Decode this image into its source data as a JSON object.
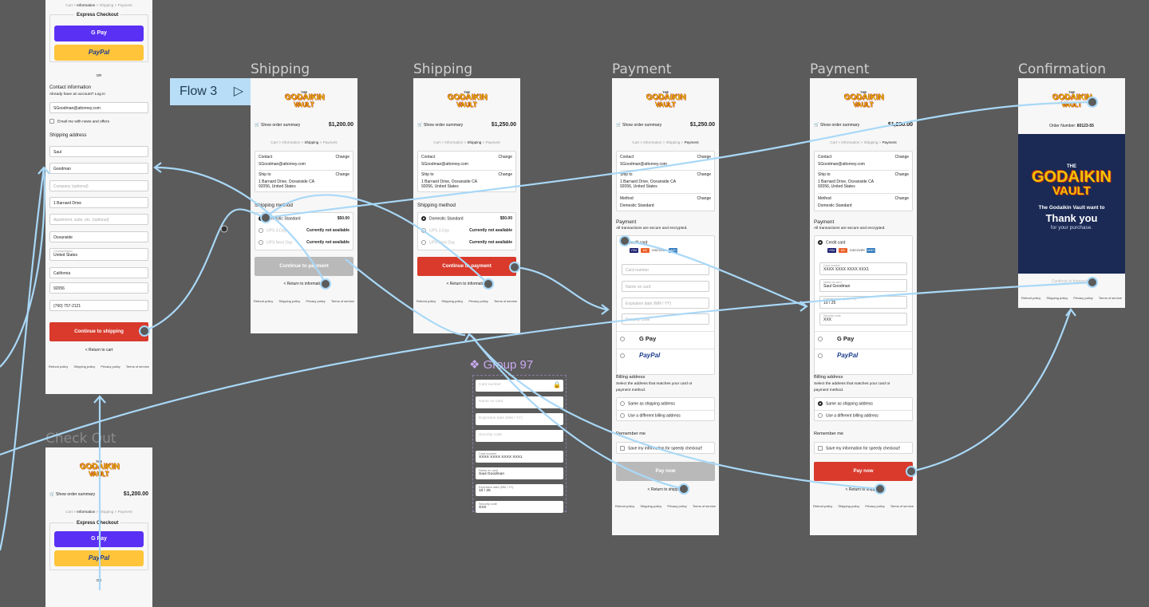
{
  "canvas": {
    "flow_label": "Flow 3",
    "group_label": "Group 97"
  },
  "frame_titles": {
    "shipping1": "Shipping",
    "shipping2": "Shipping",
    "payment1": "Payment",
    "payment2": "Payment",
    "confirmation": "Confirmation",
    "checkout": "Check Out"
  },
  "brand": {
    "the": "THE",
    "name1": "GODAIKIN",
    "name2": "VAULT"
  },
  "breadcrumb": {
    "cart": "Cart",
    "information": "Information",
    "shipping": "Shipping",
    "payment": "Payment",
    "sep": ">"
  },
  "order": {
    "show_summary": "Show order summary",
    "total_a": "$1,200.00",
    "total_b": "$1,250.00",
    "number_label": "Order Number:",
    "number": "80123-55"
  },
  "checkout": {
    "express": "Express Checkout",
    "gpay": "G Pay",
    "paypal": "PayPal",
    "or": "OR",
    "contact_heading": "Contact information",
    "have_account": "Already have an account? Log in",
    "email": "SGoodman@attorney.com",
    "news": "Email me with news and offers",
    "shipping_heading": "Shipping address",
    "first": "Saul",
    "last": "Goodman",
    "company_ph": "Company (optional)",
    "address": "1 Barnard Drive",
    "apt_ph": "Apartment, suite, etc. (optional)",
    "city": "Oceanside",
    "country_label": "Country/region",
    "country": "United States",
    "state": "California",
    "zip": "92056",
    "phone": "(760) 757-2121",
    "continue": "Continue to shipping",
    "return_cart": "< Return to cart"
  },
  "review": {
    "contact_label": "Contact",
    "contact_value": "SGoodman@attorney.com",
    "change": "Change",
    "ship_label": "Ship to",
    "ship_value_1": "1 Barnard Drive, Oceanside CA",
    "ship_value_2": "92056, United States",
    "method_label": "Method",
    "method_value": "Domestic Standard"
  },
  "shipping_method": {
    "heading": "Shipping method",
    "options": [
      {
        "name": "Domestic Standard",
        "price": "$50.00"
      },
      {
        "name": "UPS 3-Day",
        "price": "Currently not available"
      },
      {
        "name": "UPS Next Day",
        "price": "Currently not available"
      }
    ],
    "continue": "Continue to payment",
    "return": "< Return to information"
  },
  "payment": {
    "heading": "Payment",
    "secure": "All transactions are secure and encrypted.",
    "credit": "Credit card",
    "card_brands": [
      "VISA",
      "MC",
      "DISCOVER",
      "AMEX"
    ],
    "card_number_ph": "Card number",
    "name_ph": "Name on card",
    "exp_ph": "Expiration date (MM / YY)",
    "cvv_ph": "Security code",
    "card_number_label": "Card number",
    "card_number": "XXXX XXXX XXXX XXX1",
    "name_label": "Name on card",
    "name": "Saul Goodman",
    "exp_label": "Expiration date (MM / YY)",
    "exp": "10 / 25",
    "cvv_label": "Security code",
    "cvv": "XXX",
    "billing_heading": "Billing address",
    "billing_desc_1": "Select the address that matches your card or",
    "billing_desc_2": "payment method.",
    "same": "Same as shipping address",
    "different": "Use a different billing address",
    "remember_heading": "Remember me",
    "remember": "Save my information for speedy checkout!",
    "pay_now": "Pay now",
    "return": "< Return to shipping"
  },
  "confirmation": {
    "want_to": "The Godaikin Vault want to",
    "thank": "Thank you",
    "for": "for your purchase.",
    "continue": "Continue to homepage"
  },
  "footer": {
    "refund": "Refund policy",
    "shipping": "Shipping policy",
    "privacy": "Privacy policy",
    "terms": "Terms of service"
  },
  "colors": {
    "canvas": "#5b5b5b",
    "wire": "#a9d8f7",
    "red": "#d93a2c",
    "gpay": "#5a31f4",
    "paypal": "#ffc43a"
  }
}
